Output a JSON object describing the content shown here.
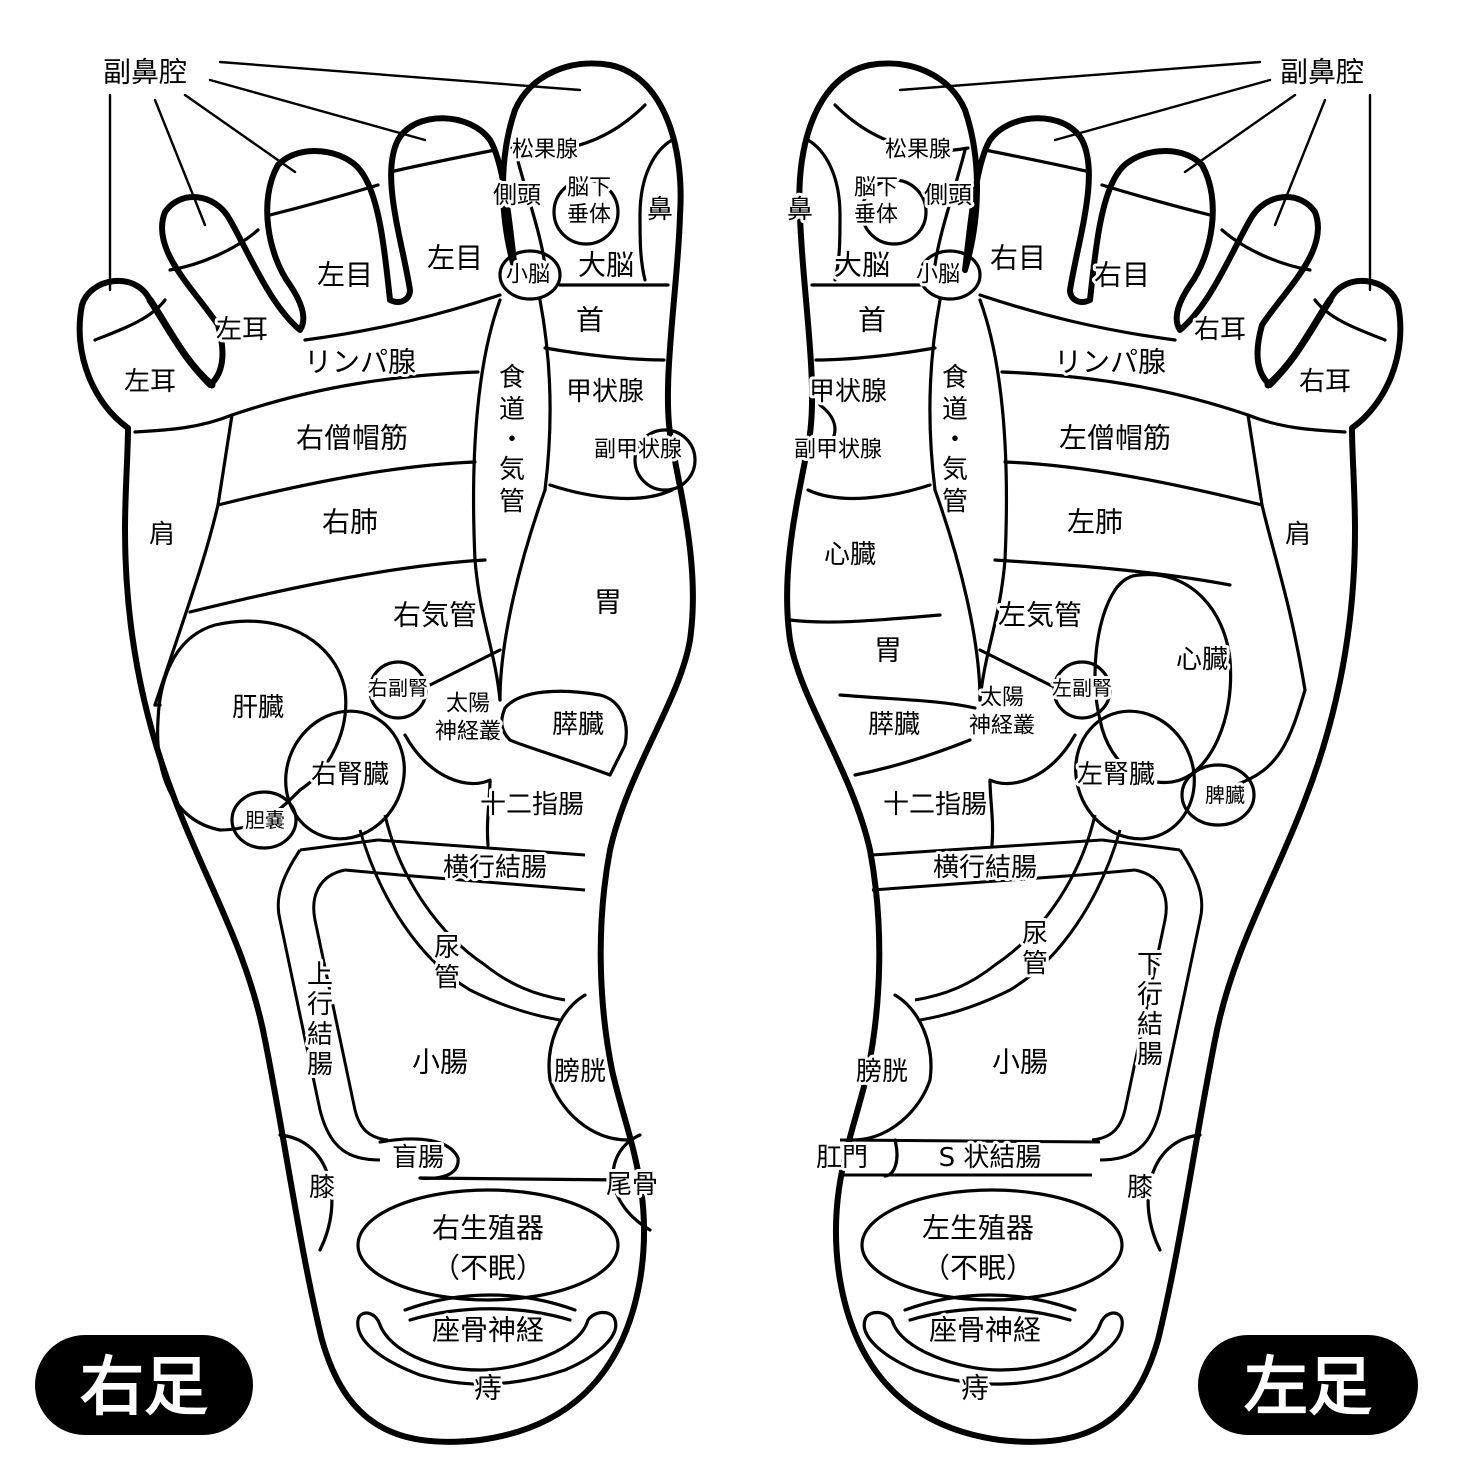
{
  "feet": {
    "right": {
      "badge": "右足",
      "labels": {
        "sinus": "副鼻腔",
        "pineal": "松果腺",
        "temple": "側頭",
        "pituitary_1": "脳下",
        "pituitary_2": "垂体",
        "nose": "鼻",
        "cerebellum": "小脳",
        "cerebrum": "大脳",
        "eye_1": "左目",
        "eye_2": "左目",
        "ear_1": "左耳",
        "ear_2": "左耳",
        "neck": "首",
        "lymph": "リンパ腺",
        "esophagus_1": "食",
        "esophagus_2": "道",
        "esophagus_3": "・",
        "esophagus_4": "気",
        "esophagus_5": "管",
        "thyroid": "甲状腺",
        "parathyroid": "副甲状腺",
        "trapezius": "右僧帽筋",
        "lung": "右肺",
        "shoulder": "肩",
        "bronchus": "右気管",
        "stomach": "胃",
        "liver": "肝臓",
        "adrenal": "右副腎",
        "solar_1": "太陽",
        "solar_2": "神経叢",
        "pancreas": "膵臓",
        "kidney": "右腎臓",
        "gallbladder": "胆嚢",
        "duodenum": "十二指腸",
        "transverse": "横行結腸",
        "ureter_1": "尿",
        "ureter_2": "管",
        "colon_1": "上",
        "colon_2": "行",
        "colon_3": "結",
        "colon_4": "腸",
        "small_intestine": "小腸",
        "bladder": "膀胱",
        "cecum": "盲腸",
        "knee": "膝",
        "coccyx": "尾骨",
        "genital_1": "右生殖器",
        "genital_2": "（不眠）",
        "sciatic": "座骨神経",
        "hemorrhoid": "痔"
      }
    },
    "left": {
      "badge": "左足",
      "labels": {
        "sinus": "副鼻腔",
        "pineal": "松果腺",
        "temple": "側頭",
        "pituitary_1": "脳下",
        "pituitary_2": "垂体",
        "nose": "鼻",
        "cerebellum": "小脳",
        "cerebrum": "大脳",
        "eye_1": "右目",
        "eye_2": "右目",
        "ear_1": "右耳",
        "ear_2": "右耳",
        "neck": "首",
        "lymph": "リンパ腺",
        "esophagus_1": "食",
        "esophagus_2": "道",
        "esophagus_3": "・",
        "esophagus_4": "気",
        "esophagus_5": "管",
        "thyroid": "甲状腺",
        "parathyroid": "副甲状腺",
        "trapezius": "左僧帽筋",
        "lung": "左肺",
        "shoulder": "肩",
        "heart_small": "心臓",
        "stomach": "胃",
        "bronchus": "左気管",
        "heart": "心臓",
        "adrenal": "左副腎",
        "solar_1": "太陽",
        "solar_2": "神経叢",
        "pancreas": "膵臓",
        "kidney": "左腎臓",
        "spleen": "脾臓",
        "duodenum": "十二指腸",
        "transverse": "横行結腸",
        "ureter_1": "尿",
        "ureter_2": "管",
        "colon_1": "下",
        "colon_2": "行",
        "colon_3": "結",
        "colon_4": "腸",
        "small_intestine": "小腸",
        "bladder": "膀胱",
        "anus": "肛門",
        "sigmoid": "S 状結腸",
        "knee": "膝",
        "genital_1": "左生殖器",
        "genital_2": "（不眠）",
        "sciatic": "座骨神経",
        "hemorrhoid": "痔"
      }
    }
  }
}
